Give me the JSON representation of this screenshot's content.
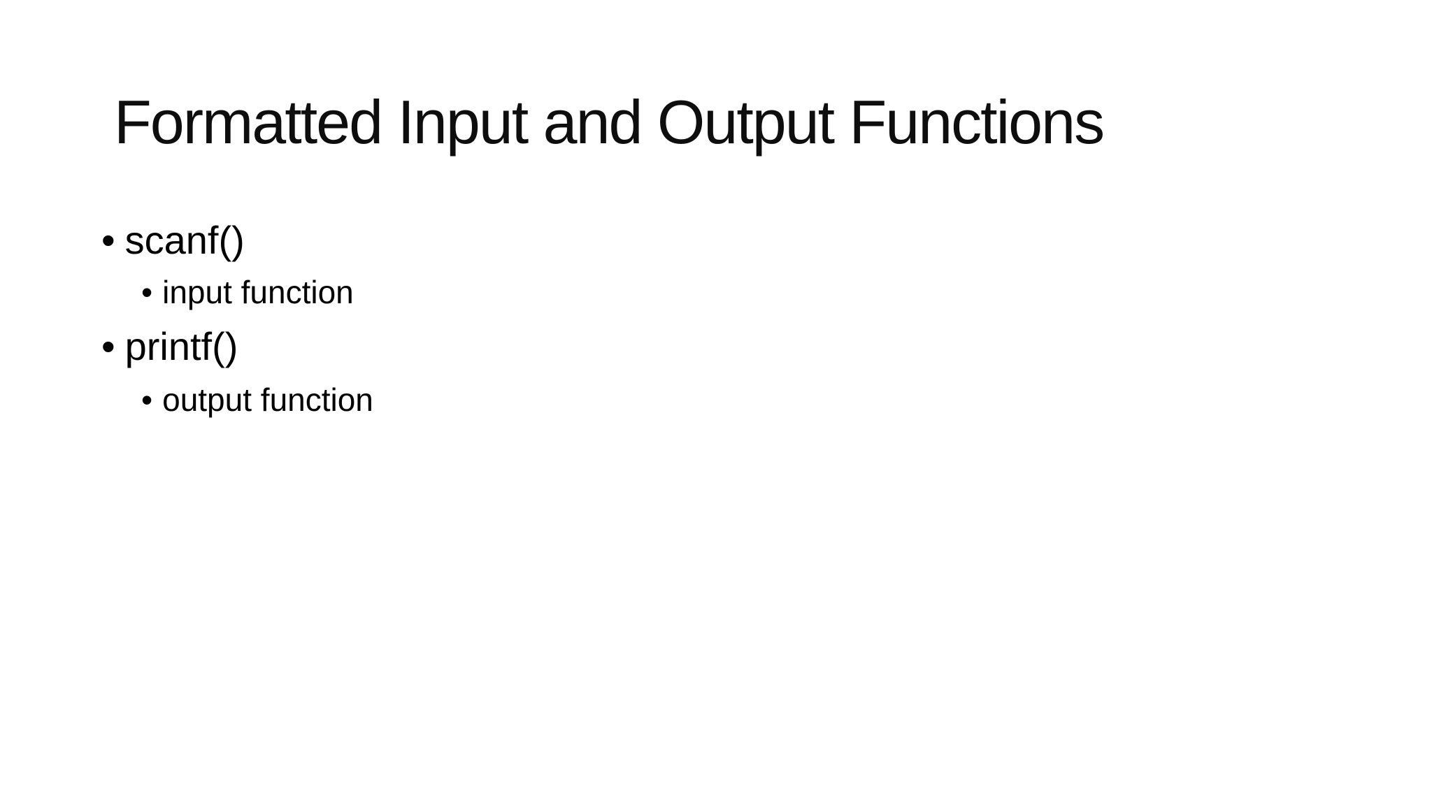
{
  "slide": {
    "title": "Formatted Input and Output Functions",
    "bullet_char": "•",
    "bullets": [
      {
        "level": 1,
        "text": "scanf()"
      },
      {
        "level": 2,
        "text": "input function"
      },
      {
        "level": 1,
        "text": "printf()"
      },
      {
        "level": 2,
        "text": "output function"
      }
    ],
    "colors": {
      "background": "#ffffff",
      "title_text": "#0e0e0e",
      "body_text": "#000000"
    }
  }
}
